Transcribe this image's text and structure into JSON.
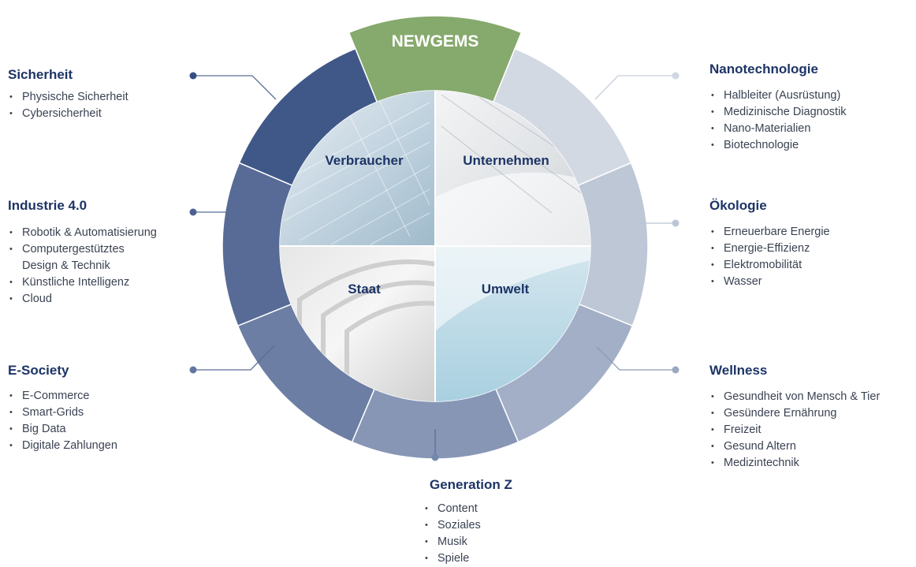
{
  "center": {
    "title": "NEWGEMS",
    "quadrants": [
      "Verbraucher",
      "Unternehmen",
      "Staat",
      "Umwelt"
    ]
  },
  "colors": {
    "accent_green": "#86a96d",
    "heading_navy": "#1d3466",
    "text": "#3a4252"
  },
  "segments": [
    {
      "title": "Sicherheit",
      "items": [
        "Physische Sicherheit",
        "Cybersicherheit"
      ]
    },
    {
      "title": "Industrie 4.0",
      "items": [
        "Robotik & Automatisierung",
        "Computergestütztes\nDesign & Technik",
        "Künstliche Intelligenz",
        "Cloud"
      ]
    },
    {
      "title": "E-Society",
      "items": [
        "E-Commerce",
        "Smart-Grids",
        "Big Data",
        "Digitale Zahlungen"
      ]
    },
    {
      "title": "Generation Z",
      "items": [
        "Content",
        "Soziales",
        "Musik",
        "Spiele"
      ]
    },
    {
      "title": "Nanotechnologie",
      "items": [
        "Halbleiter (Ausrüstung)",
        "Medizinische Diagnostik",
        "Nano-Materialien",
        "Biotechnologie"
      ]
    },
    {
      "title": "Ökologie",
      "items": [
        "Erneuerbare Energie",
        "Energie-Effizienz",
        "Elektromobilität",
        "Wasser"
      ]
    },
    {
      "title": "Wellness",
      "items": [
        "Gesundheit von Mensch & Tier",
        "Gesündere Ernährung",
        "Freizeit",
        "Gesund Altern",
        "Medizintechnik"
      ]
    }
  ]
}
